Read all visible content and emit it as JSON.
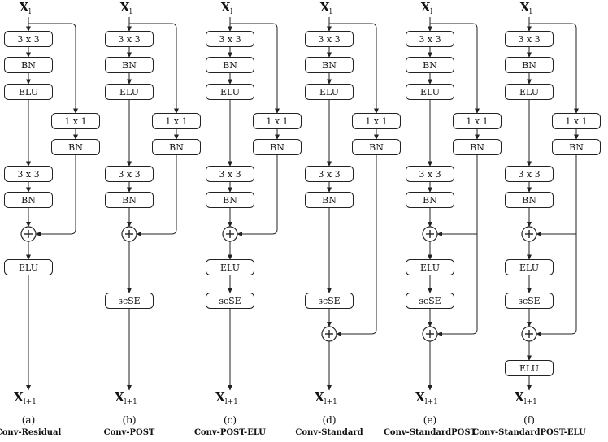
{
  "variables": {
    "main": "X",
    "in_sub": "l",
    "out_sub": "l+1"
  },
  "labels": {
    "conv3": "3 x 3",
    "conv1": "1 x 1",
    "bn": "BN",
    "elu": "ELU",
    "scse": "scSE"
  },
  "panels": [
    {
      "letter": "(a)",
      "name": "Conv-Residual",
      "main_chain": [
        "conv3",
        "bn",
        "elu",
        "conv3",
        "bn",
        "ADD",
        "elu"
      ],
      "shortcut": [
        "conv1",
        "bn"
      ],
      "shortcut_joins": [
        5
      ]
    },
    {
      "letter": "(b)",
      "name": "Conv-POST",
      "main_chain": [
        "conv3",
        "bn",
        "elu",
        "conv3",
        "bn",
        "ADD",
        "scse"
      ],
      "shortcut": [
        "conv1",
        "bn"
      ],
      "shortcut_joins": [
        5
      ]
    },
    {
      "letter": "(c)",
      "name": "Conv-POST-ELU",
      "main_chain": [
        "conv3",
        "bn",
        "elu",
        "conv3",
        "bn",
        "ADD",
        "elu",
        "scse"
      ],
      "shortcut": [
        "conv1",
        "bn"
      ],
      "shortcut_joins": [
        5
      ]
    },
    {
      "letter": "(d)",
      "name": "Conv-Standard",
      "main_chain": [
        "conv3",
        "bn",
        "elu",
        "conv3",
        "bn",
        "scse",
        "ADD"
      ],
      "shortcut": [
        "conv1",
        "bn"
      ],
      "shortcut_joins": [
        6
      ]
    },
    {
      "letter": "(e)",
      "name": "Conv-StandardPOST",
      "main_chain": [
        "conv3",
        "bn",
        "elu",
        "conv3",
        "bn",
        "ADD",
        "elu",
        "scse",
        "ADD"
      ],
      "shortcut": [
        "conv1",
        "bn"
      ],
      "shortcut_joins": [
        5,
        8
      ]
    },
    {
      "letter": "(f)",
      "name": "Conv-StandardPOST-ELU",
      "main_chain": [
        "conv3",
        "bn",
        "elu",
        "conv3",
        "bn",
        "ADD",
        "elu",
        "scse",
        "ADD",
        "elu"
      ],
      "shortcut": [
        "conv1",
        "bn"
      ],
      "shortcut_joins": [
        5,
        8
      ]
    }
  ]
}
